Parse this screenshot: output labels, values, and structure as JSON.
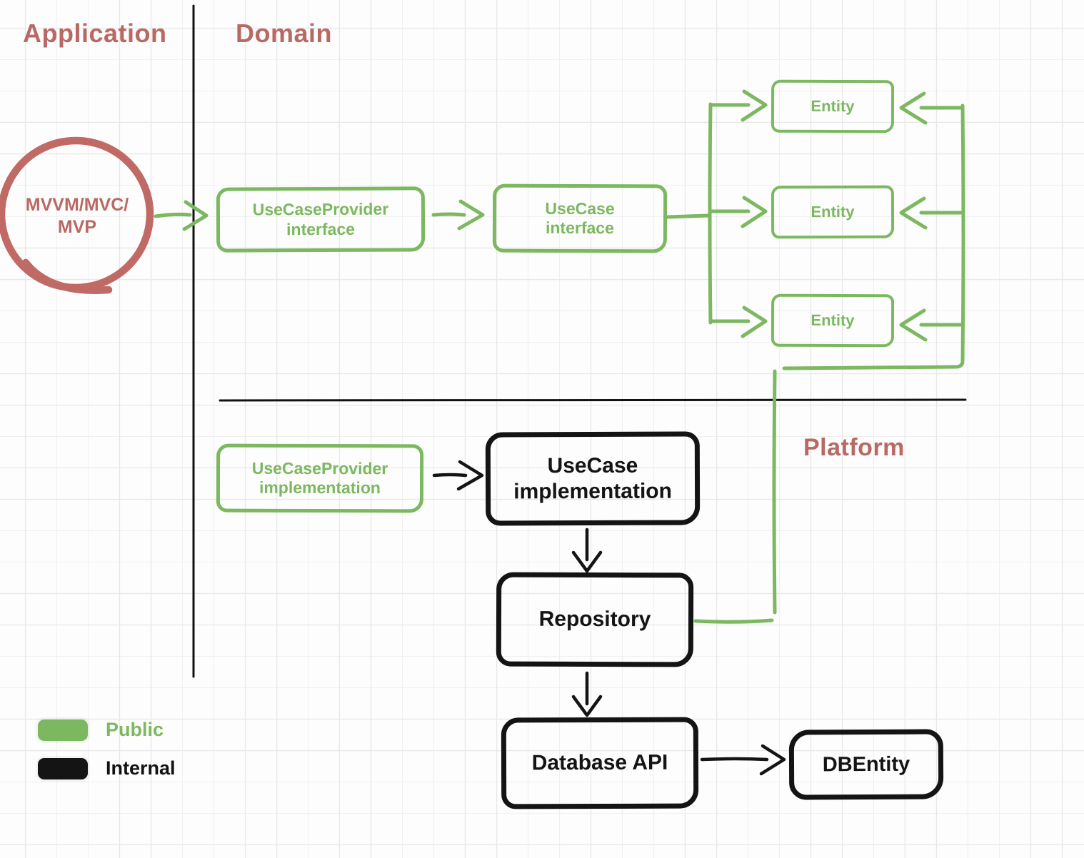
{
  "colors": {
    "public_green": "#7cb860",
    "internal_black": "#141414",
    "section_red": "#b96964",
    "grid_line": "#e8e8e8"
  },
  "sections": {
    "application_label": "Application",
    "domain_label": "Domain",
    "platform_label": "Platform"
  },
  "application": {
    "mvvm_node": {
      "line1": "MVVM/MVC/",
      "line2": "MVP"
    }
  },
  "domain": {
    "usecase_provider_interface": {
      "line1": "UseCaseProvider",
      "line2": "interface"
    },
    "usecase_interface": {
      "line1": "UseCase",
      "line2": "interface"
    },
    "entities": [
      {
        "label": "Entity"
      },
      {
        "label": "Entity"
      },
      {
        "label": "Entity"
      }
    ]
  },
  "platform": {
    "usecase_provider_implementation": {
      "line1": "UseCaseProvider",
      "line2": "implementation"
    },
    "usecase_implementation": {
      "line1": "UseCase",
      "line2": "implementation"
    },
    "repository_label": "Repository",
    "database_api_label": "Database API",
    "dbentity_label": "DBEntity"
  },
  "legend": {
    "public_label": "Public",
    "internal_label": "Internal"
  }
}
